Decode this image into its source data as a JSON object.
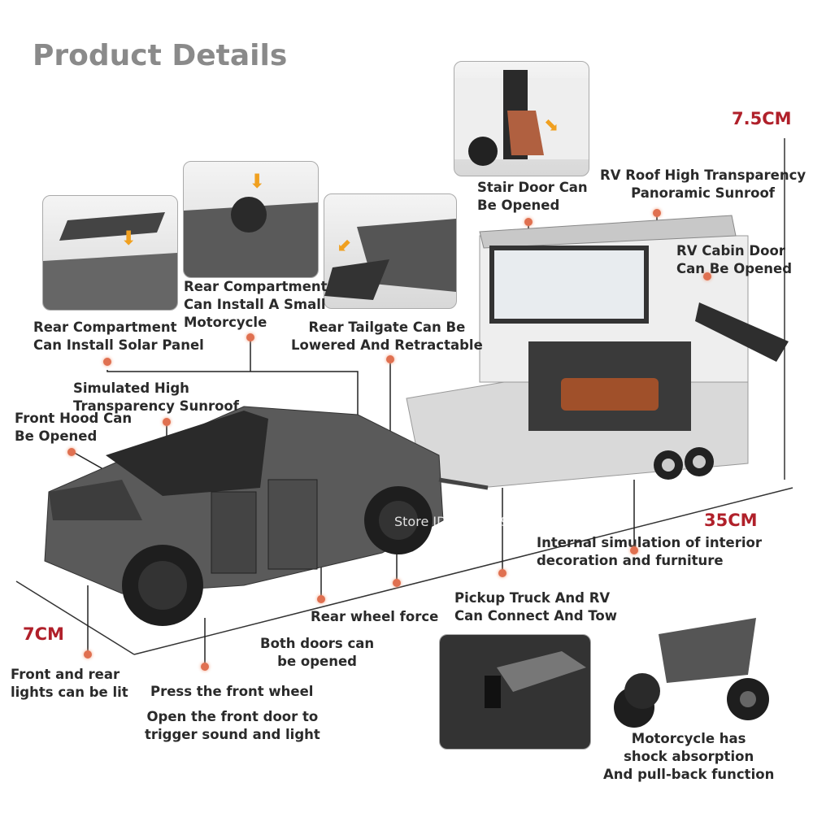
{
  "title": "Product Details",
  "dimensions": {
    "height": "7.5CM",
    "length": "35CM",
    "width": "7CM"
  },
  "watermark": "Store ID 1104069607",
  "labels": {
    "stair_door": "Stair Door Can\nBe Opened",
    "rv_roof": "RV Roof High Transparency\nPanoramic Sunroof",
    "rv_cabin_door": "RV Cabin Door\nCan Be Opened",
    "rear_motorcycle": "Rear Compartment\nCan Install A Small\nMotorcycle",
    "rear_solar": "Rear Compartment\nCan Install Solar Panel",
    "tailgate": "Rear Tailgate Can Be\nLowered And Retractable",
    "sunroof": "Simulated High\nTransparency Sunroof",
    "front_hood": "Front Hood Can\nBe Opened",
    "interior": "Internal simulation of interior\ndecoration and furniture",
    "tow": "Pickup Truck And RV\nCan Connect And Tow",
    "rear_wheel": "Rear wheel force",
    "doors": "Both doors can\nbe opened",
    "lights": "Front and rear\nlights can be lit",
    "press_wheel": "Press the front wheel",
    "front_door_sound": "Open the front door to\ntrigger sound and light",
    "motorcycle": "Motorcycle has\nshock absorption\nAnd pull-back function"
  },
  "colors": {
    "title": "#8a8a8a",
    "dimension": "#b0202a",
    "callout_dot": "#e07050"
  }
}
